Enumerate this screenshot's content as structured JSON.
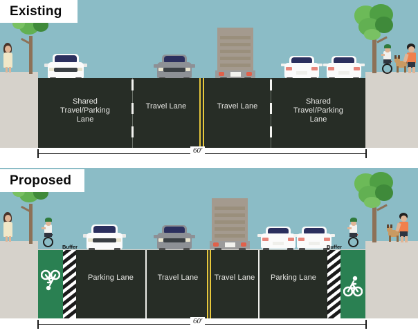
{
  "figure": {
    "type": "street-cross-section-diagram",
    "panels": [
      {
        "id": "existing",
        "title": "Existing",
        "total_width_label": "60'",
        "lanes": [
          {
            "name": "shared-travel-parking-lane-left",
            "label": "Shared\nTravel/Parking\nLane",
            "lines": [
              "Shared",
              "Travel/Parking",
              "Lane"
            ]
          },
          {
            "name": "travel-lane-left",
            "label": "Travel Lane",
            "lines": [
              "Travel Lane"
            ]
          },
          {
            "name": "travel-lane-right",
            "label": "Travel Lane",
            "lines": [
              "Travel Lane"
            ]
          },
          {
            "name": "shared-travel-parking-lane-right",
            "label": "Shared\nTravel/Parking\nLane",
            "lines": [
              "Shared",
              "Travel/Parking",
              "Lane"
            ]
          }
        ],
        "markings": [
          "dashed-white-lane-line",
          "double-yellow-center-line",
          "dashed-white-lane-line"
        ],
        "vehicles": [
          "white-sedan-front",
          "gray-sedan-front",
          "box-truck-rear",
          "white-sedan-rear",
          "white-sedan-rear"
        ],
        "people": [
          "pedestrian-left",
          "cyclist-right",
          "pedestrian-with-dog-right"
        ]
      },
      {
        "id": "proposed",
        "title": "Proposed",
        "total_width_label": "60'",
        "lanes": [
          {
            "name": "protected-bike-lane-left",
            "label": "",
            "lines": []
          },
          {
            "name": "buffer-left",
            "label": "Buffer",
            "lines": [
              "Buffer"
            ]
          },
          {
            "name": "parking-lane-left",
            "label": "Parking Lane",
            "lines": [
              "Parking Lane"
            ]
          },
          {
            "name": "travel-lane-left",
            "label": "Travel Lane",
            "lines": [
              "Travel Lane"
            ]
          },
          {
            "name": "travel-lane-right",
            "label": "Travel Lane",
            "lines": [
              "Travel Lane"
            ]
          },
          {
            "name": "parking-lane-right",
            "label": "Parking Lane",
            "lines": [
              "Parking Lane"
            ]
          },
          {
            "name": "buffer-right",
            "label": "Buffer",
            "lines": [
              "Buffer"
            ]
          },
          {
            "name": "protected-bike-lane-right",
            "label": "",
            "lines": []
          }
        ],
        "markings": [
          "double-yellow-center-line",
          "white-lane-lines",
          "diagonal-hatched-buffer"
        ],
        "vehicles": [
          "white-sedan-front",
          "gray-sedan-front",
          "box-truck-rear",
          "white-sedan-rear",
          "white-sedan-rear"
        ],
        "people": [
          "pedestrian-left",
          "cyclist-left",
          "cyclist-right",
          "pedestrian-with-dog-right"
        ]
      }
    ]
  },
  "colors": {
    "sky": "#8bbcc6",
    "asphalt": "#272d26",
    "sidewalk": "#d6d2cb",
    "bike_lane_green": "#2a8052",
    "center_line_yellow": "#e8c83c",
    "lane_line_white": "#eeeeea",
    "title_text": "#0a0a0a",
    "lane_label_text": "#e9e9e6"
  },
  "labels": {
    "existing_title": "Existing",
    "proposed_title": "Proposed",
    "dimension_existing": "60'",
    "dimension_proposed": "60'",
    "buffer_left": "Buffer",
    "buffer_right": "Buffer",
    "shared_lane_l1": "Shared",
    "shared_lane_l2": "Travel/Parking",
    "shared_lane_l3": "Lane",
    "travel_lane": "Travel Lane",
    "parking_lane": "Parking Lane"
  }
}
